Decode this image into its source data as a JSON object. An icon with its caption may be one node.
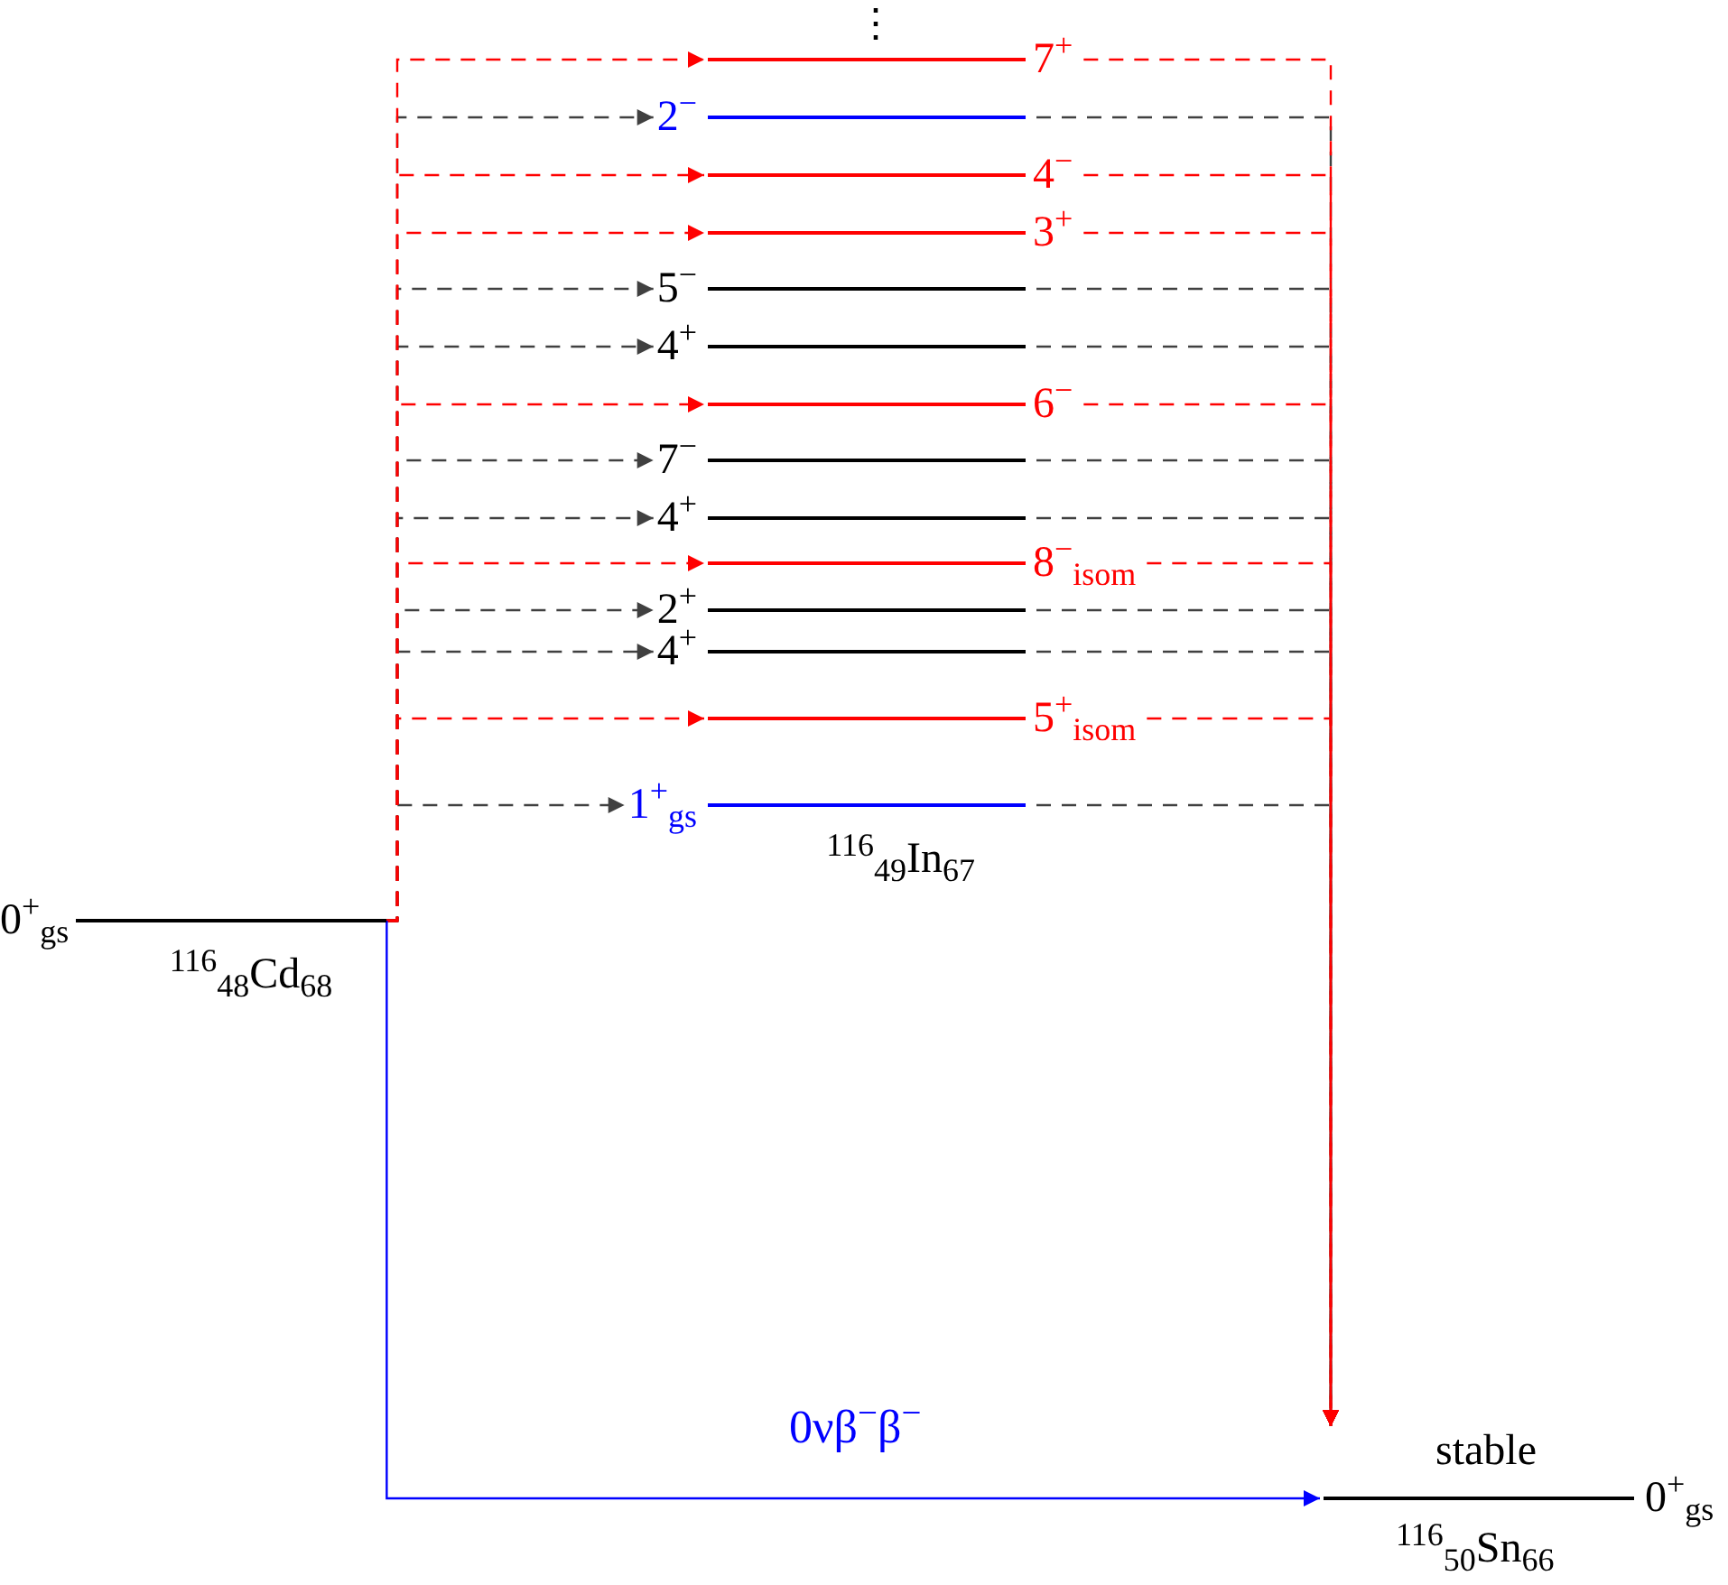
{
  "diagram": {
    "nodes": [
      {
        "text": [
          "0$^{+}$$_{gs}$"
        ],
        "beside": [
          "$^{116}$$_{48}$Cd$_{68}$"
        ]
      },
      {
        "text": [
          "7$^{+}$"
        ]
      },
      {
        "text": [
          "2$^{−}$"
        ]
      },
      {
        "text": [
          "4$^{−}$"
        ]
      },
      {
        "text": [
          "3$^{+}$"
        ]
      },
      {
        "text": [
          "5$^{−}$"
        ]
      },
      {
        "text": [
          "4$^{+}$"
        ]
      },
      {
        "text": [
          "6$^{−}$"
        ]
      },
      {
        "text": [
          "7$^{−}$"
        ]
      },
      {
        "text": [
          "4$^{+}$"
        ]
      },
      {
        "text": [
          "8$^{−}$$_{isom}$"
        ]
      },
      {
        "text": [
          "2$^{+}$"
        ]
      },
      {
        "text": [
          "4$^{+}$"
        ]
      },
      {
        "text": [
          "5$^{+}$$_{isom}$"
        ]
      },
      {
        "text": [
          "1$^{+}$$_{gs}$"
        ],
        "beside": [
          "$^{116}$$_{49}$In$_{67}$"
        ]
      },
      {
        "text": [
          "0$^{+}$$_{gs}$"
        ],
        "beside": [
          "stable",
          "$^{116}$$_{50}$Sn$_{66}$"
        ]
      }
    ],
    "edges": [
      {
        "from": 0,
        "to": 1,
        "arrow": "to",
        "style": "dashed",
        "color": "#ff0000"
      },
      {
        "from": 0,
        "to": 2,
        "arrow": "to",
        "style": "dashed"
      },
      {
        "from": 0,
        "to": 3,
        "arrow": "to",
        "style": "dashed",
        "color": "#ff0000"
      },
      {
        "from": 0,
        "to": 4,
        "arrow": "to",
        "style": "dashed",
        "color": "#ff0000"
      },
      {
        "from": 0,
        "to": 5,
        "arrow": "to",
        "style": "dashed"
      },
      {
        "from": 0,
        "to": 6,
        "arrow": "to",
        "style": "dashed"
      },
      {
        "from": 0,
        "to": 7,
        "arrow": "to",
        "style": "dashed",
        "color": "#ff0000"
      },
      {
        "from": 0,
        "to": 8,
        "arrow": "to",
        "style": "dashed"
      },
      {
        "from": 0,
        "to": 9,
        "arrow": "to",
        "style": "dashed"
      },
      {
        "from": 0,
        "to": 10,
        "arrow": "to",
        "style": "dashed",
        "color": "#ff0000"
      },
      {
        "from": 0,
        "to": 11,
        "arrow": "to",
        "style": "dashed"
      },
      {
        "from": 0,
        "to": 12,
        "arrow": "to",
        "style": "dashed"
      },
      {
        "from": 0,
        "to": 13,
        "arrow": "to",
        "style": "dashed",
        "color": "#ff0000"
      },
      {
        "from": 0,
        "to": 14,
        "arrow": "to",
        "style": "dashed"
      },
      {
        "from": 1,
        "to": 15,
        "arrow": "to",
        "style": "dashed",
        "color": "#ff0000"
      },
      {
        "from": 2,
        "to": 15,
        "arrow": "to",
        "style": "dashed"
      },
      {
        "from": 3,
        "to": 15,
        "arrow": "to",
        "style": "dashed",
        "color": "#ff0000"
      },
      {
        "from": 4,
        "to": 15,
        "arrow": "to",
        "style": "dashed",
        "color": "#ff0000"
      },
      {
        "from": 5,
        "to": 15,
        "arrow": "to",
        "style": "dashed"
      },
      {
        "from": 6,
        "to": 15,
        "arrow": "to",
        "style": "dashed"
      },
      {
        "from": 7,
        "to": 15,
        "arrow": "to",
        "style": "dashed",
        "color": "#ff0000"
      },
      {
        "from": 8,
        "to": 15,
        "arrow": "to",
        "style": "dashed"
      },
      {
        "from": 9,
        "to": 15,
        "arrow": "to",
        "style": "dashed"
      },
      {
        "from": 10,
        "to": 15,
        "arrow": "to",
        "style": "dashed",
        "color": "#ff0000"
      },
      {
        "from": 11,
        "to": 15,
        "arrow": "to",
        "style": "dashed"
      },
      {
        "from": 12,
        "to": 15,
        "arrow": "to",
        "style": "dashed"
      },
      {
        "from": 13,
        "to": 15,
        "arrow": "to",
        "style": "dashed",
        "color": "#ff0000"
      },
      {
        "from": 14,
        "to": 15,
        "arrow": "to",
        "style": "dashed"
      },
      {
        "from": 0,
        "to": 15,
        "arrow": "to",
        "label": "0νβ$^{−}$β$^{−}$",
        "color": "#0000ff"
      }
    ],
    "labels": [
      "⋮"
    ]
  }
}
